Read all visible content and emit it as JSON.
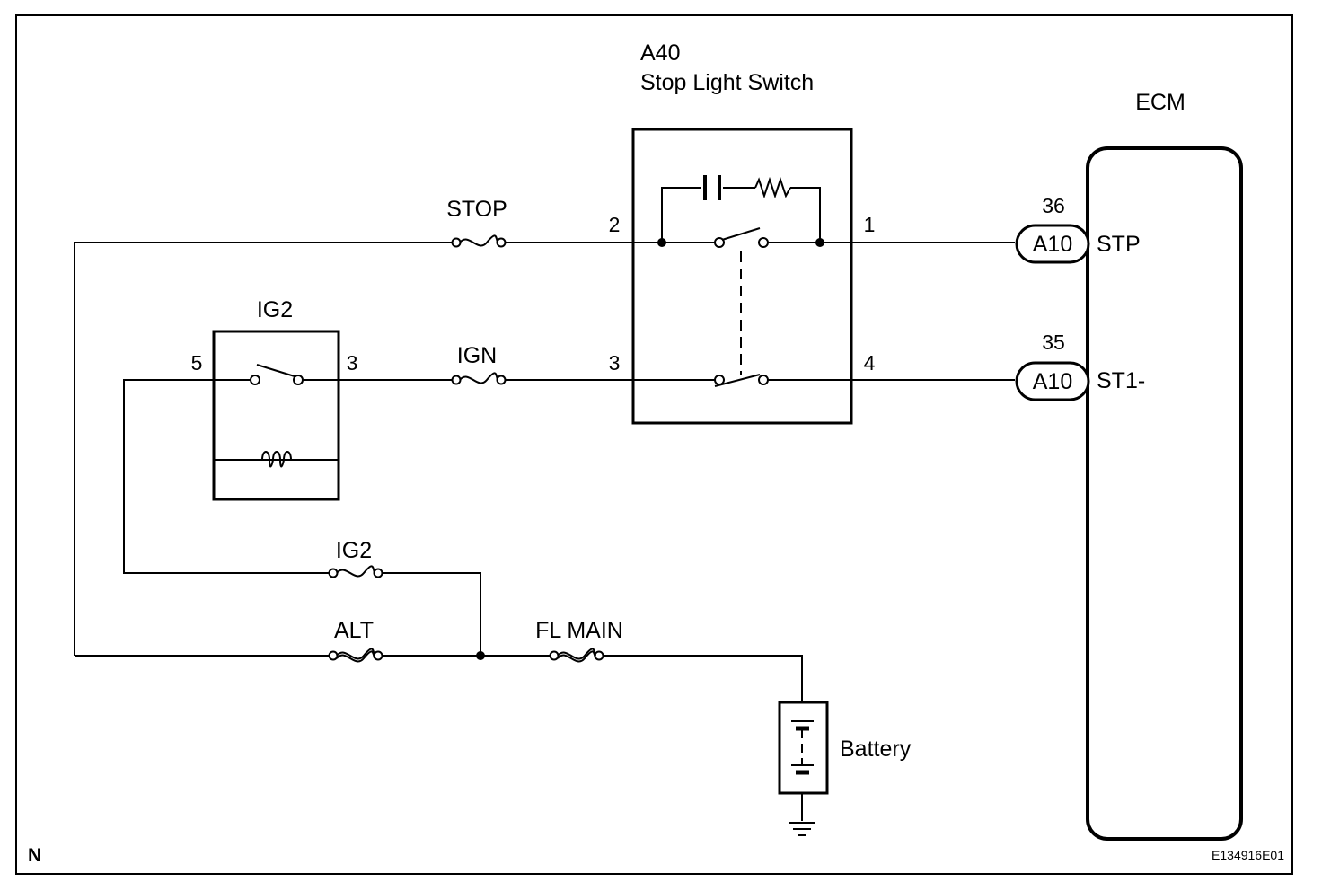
{
  "frame": {
    "corner_label": "N",
    "figure_code": "E134916E01"
  },
  "stop_light_switch": {
    "code": "A40",
    "name": "Stop Light Switch",
    "pins": [
      "2",
      "1",
      "3",
      "4"
    ]
  },
  "ecm": {
    "label": "ECM",
    "pins": [
      {
        "number": "36",
        "connector": "A10",
        "signal": "STP"
      },
      {
        "number": "35",
        "connector": "A10",
        "signal": "ST1-"
      }
    ]
  },
  "ig2_relay": {
    "label": "IG2",
    "pins": [
      "5",
      "3"
    ]
  },
  "fuses": {
    "stop": "STOP",
    "ign": "IGN",
    "ig2": "IG2",
    "alt": "ALT",
    "fl_main": "FL MAIN"
  },
  "battery": {
    "label": "Battery"
  }
}
